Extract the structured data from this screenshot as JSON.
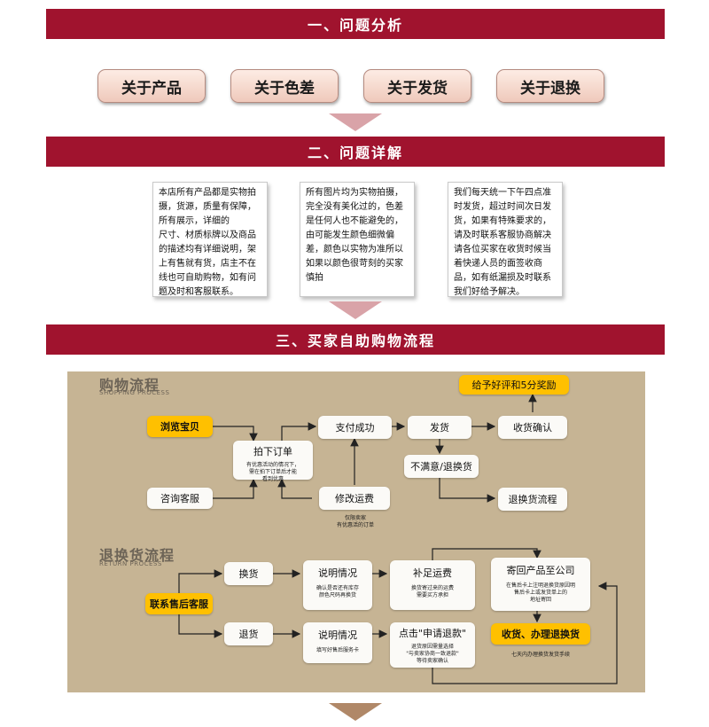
{
  "sections": {
    "analysis_title": "一、问题分析",
    "detail_title": "二、问题详解",
    "process_title": "三、买家自助购物流程"
  },
  "topics": [
    "关于产品",
    "关于色差",
    "关于发货",
    "关于退换"
  ],
  "notes": {
    "product": "本店所有产品都是实物拍摄，货源，质量有保障，所有展示，详细的\n尺寸、材质标牌以及商品的描述均有详细说明，架上有售就有货，店主不在线也可自助购物，如有问题及时和客服联系。",
    "color": "所有图片均为实物拍摄，完全没有美化过的，色差是任何人也不能避免的，由可能发生颜色细微偏差，颜色以实物为准所以如果以颜色很苛刻的买家慎拍",
    "shipping": "我们每天统一下午四点准时发货，超过时间次日发货，如果有特殊要求的，请及时联系客服协商解决请各位买家在收货时候当着快递人员的面签收商品，如有纸漏损及时联系我们好给予解决。"
  },
  "shopping": {
    "title": "购物流程",
    "subtitle": "SHOPPING PROCESS",
    "browse": "浏览宝贝",
    "consult": "咨询客服",
    "order": "拍下订单",
    "order_note": "有优惠活动的情况下，\n需在拍下订单后才能\n看到优惠",
    "pay": "支付成功",
    "modify": "修改运费",
    "modify_note": "仅限卖家\n有优惠活的订单",
    "ship": "发货",
    "unsatisfied": "不满意/退换货",
    "confirm": "收货确认",
    "reward": "给予好评和5分奖励",
    "return_flow": "退换货流程"
  },
  "returns": {
    "title": "退换货流程",
    "subtitle": "RETURN PROCESS",
    "contact": "联系售后客服",
    "exchange": "换货",
    "refund": "退货",
    "explain1": "说明情况",
    "explain1_note": "确认是否还有库存\n颜色尺码再换货",
    "explain2": "说明情况",
    "explain2_note": "填写好售后服务卡",
    "supplement": "补足运费",
    "supplement_note": "换货寄过来的运费\n需要买方承担",
    "apply": "点击\"申请退款\"",
    "apply_note": "退货原因需量选择\n\"与卖家协商一致退款\"\n等待卖家确认",
    "send_back": "寄回产品至公司",
    "send_back_note": "在售后卡上注明退换货原因明\n售后卡上或发货单上的\n地址寄回",
    "receive": "收货、办理退换货",
    "receive_note": "七天内办理换货发货手续"
  },
  "colors": {
    "banner": "#a0132e",
    "highlight": "#ffc000",
    "panel": "#c6b494",
    "chevron": "#d9a3a8"
  }
}
